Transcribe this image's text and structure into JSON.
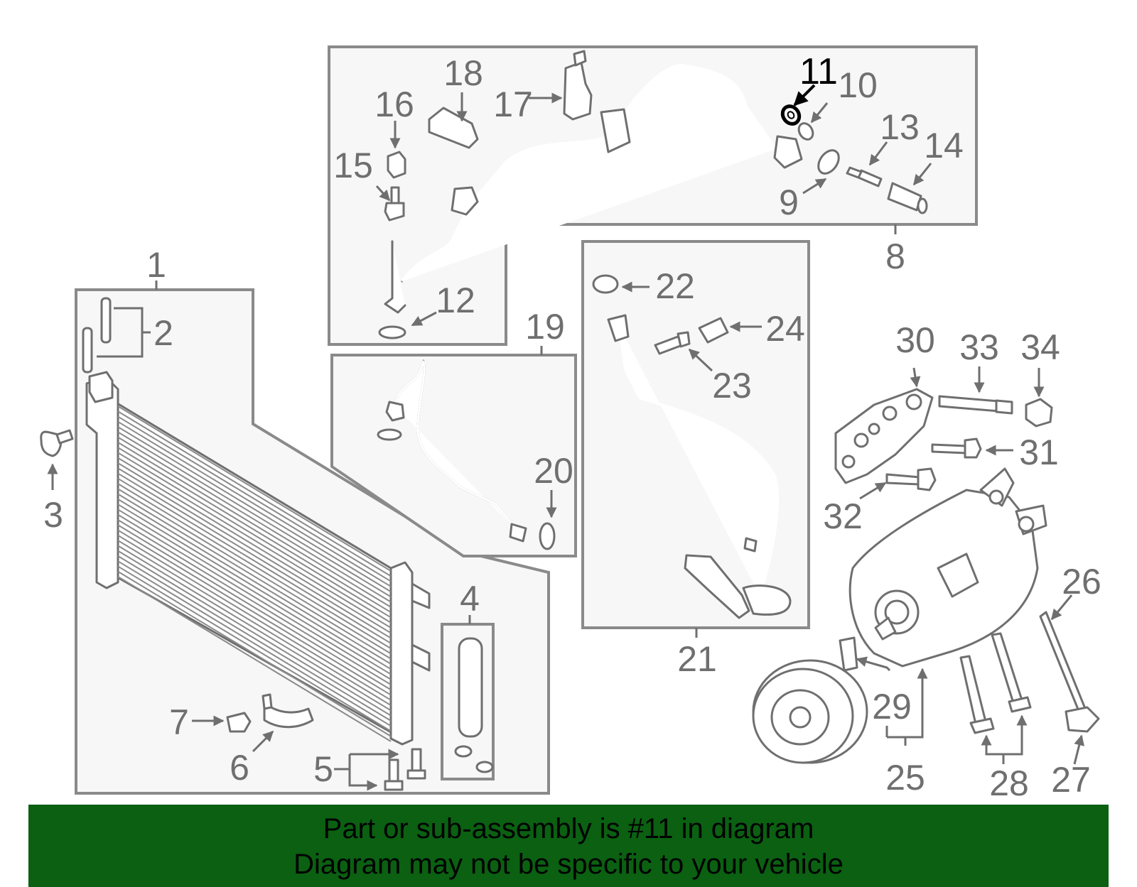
{
  "diagram": {
    "highlighted_part": "11",
    "highlight_color": "#000000",
    "callouts": [
      "1",
      "2",
      "3",
      "4",
      "5",
      "6",
      "7",
      "8",
      "9",
      "10",
      "11",
      "12",
      "13",
      "14",
      "15",
      "16",
      "17",
      "18",
      "19",
      "20",
      "21",
      "22",
      "23",
      "24",
      "25",
      "26",
      "27",
      "28",
      "29",
      "30",
      "31",
      "32",
      "33",
      "34"
    ]
  },
  "banner": {
    "line1": "Part or sub-assembly is #11 in diagram",
    "line2": "Diagram may not be specific to your vehicle",
    "background": "#0b6012"
  }
}
